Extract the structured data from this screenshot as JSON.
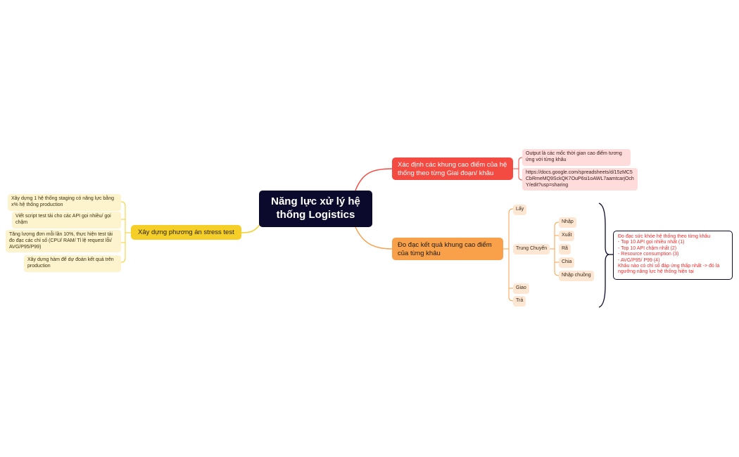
{
  "mindmap": {
    "root": {
      "label": "Năng lực xử lý hệ thống Logistics",
      "color": "#0c0a2c"
    },
    "branches": [
      {
        "id": "peak-identify",
        "label": "Xác định các khung cao điểm của hệ thống theo từng Giai đoạn/ khâu",
        "color": "#f34b41",
        "children": [
          {
            "label": "Output là các mốc thời gian cao điểm tương ứng với từng khâu"
          },
          {
            "label": "https://docs.google.com/spreadsheets/d/15zMC5CbRmeMQ9SckQK7OuP6si1oAWL7aamtcarjOchY/edit?usp=sharing"
          }
        ]
      },
      {
        "id": "peak-measure",
        "label": "Đo đạc kết quả khung cao điểm của từng khâu",
        "color": "#f8a04a",
        "children": [
          {
            "label": "Lấy"
          },
          {
            "label": "Trung Chuyển",
            "children": [
              {
                "label": "Nhập"
              },
              {
                "label": "Xuất"
              },
              {
                "label": "Rã"
              },
              {
                "label": "Chia"
              },
              {
                "label": "Nhập chuồng"
              }
            ]
          },
          {
            "label": "Giao"
          },
          {
            "label": "Trả"
          }
        ],
        "summary_note": {
          "lines": [
            "Đo đạc sức khỏe hệ thống theo từng khâu",
            "- Top 10 API gọi nhiều nhất (1)",
            "- Top 10 API chậm nhất (2)",
            "- Resource consumption (3)",
            "- AVG/P95/ P99 (4)",
            "Khâu nào có chỉ số đáp ứng thấp nhất -> đó là",
            "ngưỡng năng lực hệ thống hiện tại"
          ],
          "text_color": "#f02b2b"
        }
      },
      {
        "id": "stress-test",
        "label": "Xây dựng phương án stress test",
        "color": "#f5cf27",
        "children": [
          {
            "label": "Xây dựng 1 hệ thống staging có năng lực bằng x% hệ thống production"
          },
          {
            "label": "Viết script test tải cho các API gọi nhiều/ gọi chậm"
          },
          {
            "label": "Tăng lượng đơn mỗi lần 10%,  thực hiện test tải đo đạc các chỉ số (CPU/ RAM/ Tỉ lệ request lỗi/ AVG/P95/P99)"
          },
          {
            "label": "Xây dựng hàm để dự đoán kết quả trên production"
          }
        ]
      }
    ]
  }
}
